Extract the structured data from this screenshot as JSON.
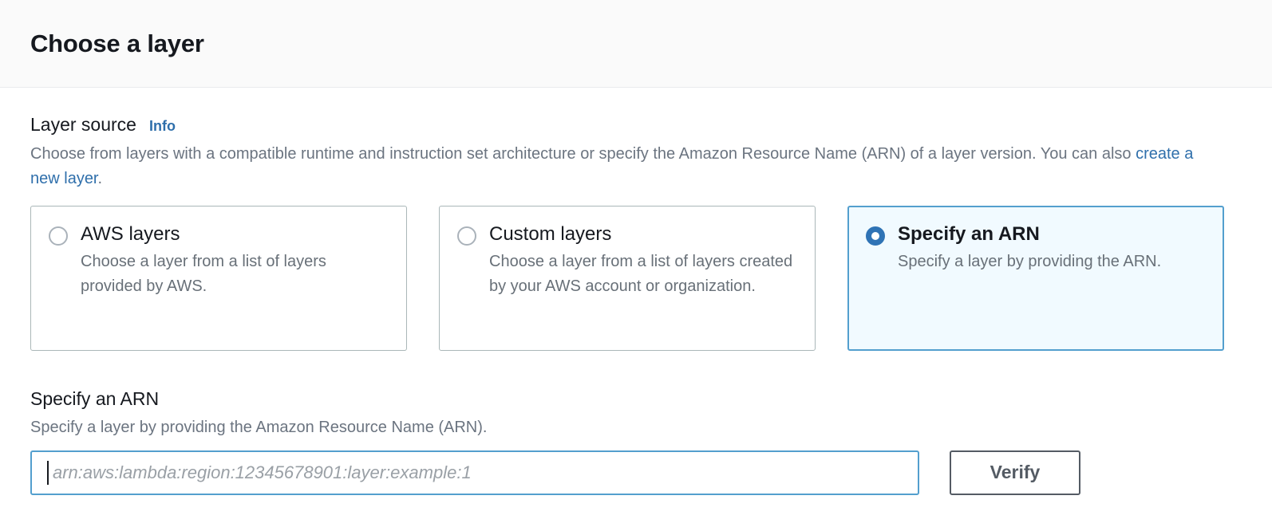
{
  "header": {
    "title": "Choose a layer"
  },
  "layer_source": {
    "label": "Layer source",
    "info_link": "Info",
    "description_part1": "Choose from layers with a compatible runtime and instruction set architecture or specify the Amazon Resource Name (ARN) of a layer version. You can also ",
    "description_link": "create a new layer",
    "description_part2": ".",
    "options": [
      {
        "title": "AWS layers",
        "description": "Choose a layer from a list of layers provided by AWS.",
        "selected": false
      },
      {
        "title": "Custom layers",
        "description": "Choose a layer from a list of layers created by your AWS account or organization.",
        "selected": false
      },
      {
        "title": "Specify an ARN",
        "description": "Specify a layer by providing the ARN.",
        "selected": true
      }
    ]
  },
  "arn_section": {
    "heading": "Specify an ARN",
    "subtext": "Specify a layer by providing the Amazon Resource Name (ARN).",
    "input_placeholder": "arn:aws:lambda:region:12345678901:layer:example:1",
    "input_value": "",
    "verify_label": "Verify"
  },
  "colors": {
    "accent_blue": "#2f6fab",
    "selected_card_bg": "#f1faff",
    "selected_card_border": "#539fce",
    "radio_selected": "#2f73b5",
    "text_primary": "#16191f",
    "text_secondary": "#6b7480",
    "button_border": "#545b64",
    "header_bg": "#fafafa"
  }
}
